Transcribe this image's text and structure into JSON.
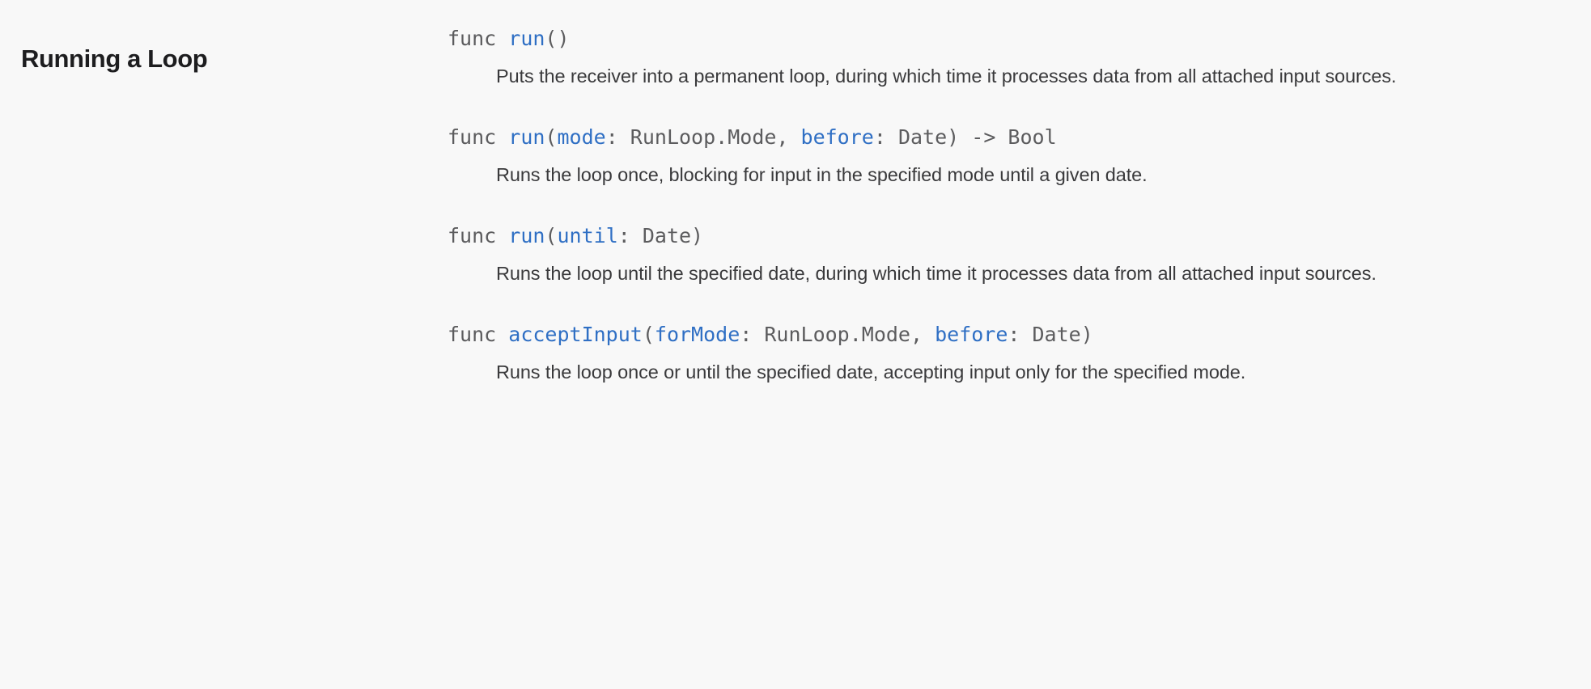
{
  "section": {
    "title": "Running a Loop"
  },
  "colors": {
    "background": "#f8f8f8",
    "heading": "#1d1d1f",
    "code_gray": "#5c5c5e",
    "code_blue": "#2f6fc4",
    "body_text": "#3a3a3c"
  },
  "symbols": [
    {
      "declaration_text": "func run()",
      "tokens": [
        {
          "text": "func ",
          "kind": "keyword"
        },
        {
          "text": "run",
          "kind": "identifier"
        },
        {
          "text": "()",
          "kind": "punctuation"
        }
      ],
      "abstract": "Puts the receiver into a permanent loop, during which time it processes data from all attached input sources."
    },
    {
      "declaration_text": "func run(mode: RunLoop.Mode, before: Date) -> Bool",
      "tokens": [
        {
          "text": "func ",
          "kind": "keyword"
        },
        {
          "text": "run",
          "kind": "identifier"
        },
        {
          "text": "(",
          "kind": "punctuation"
        },
        {
          "text": "mode",
          "kind": "param"
        },
        {
          "text": ": RunLoop.Mode, ",
          "kind": "type"
        },
        {
          "text": "before",
          "kind": "param"
        },
        {
          "text": ": Date) ",
          "kind": "type"
        },
        {
          "text": "-> Bool",
          "kind": "type"
        }
      ],
      "abstract": "Runs the loop once, blocking for input in the specified mode until a given date."
    },
    {
      "declaration_text": "func run(until: Date)",
      "tokens": [
        {
          "text": "func ",
          "kind": "keyword"
        },
        {
          "text": "run",
          "kind": "identifier"
        },
        {
          "text": "(",
          "kind": "punctuation"
        },
        {
          "text": "until",
          "kind": "param"
        },
        {
          "text": ": Date)",
          "kind": "type"
        }
      ],
      "abstract": "Runs the loop until the specified date, during which time it processes data from all attached input sources."
    },
    {
      "declaration_text": "func acceptInput(forMode: RunLoop.Mode, before: Date)",
      "tokens": [
        {
          "text": "func ",
          "kind": "keyword"
        },
        {
          "text": "acceptInput",
          "kind": "identifier"
        },
        {
          "text": "(",
          "kind": "punctuation"
        },
        {
          "text": "forMode",
          "kind": "param"
        },
        {
          "text": ": RunLoop.Mode, ",
          "kind": "type"
        },
        {
          "text": "before",
          "kind": "param"
        },
        {
          "text": ": Date)",
          "kind": "type"
        }
      ],
      "abstract": "Runs the loop once or until the specified date, accepting input only for the specified mode."
    }
  ]
}
